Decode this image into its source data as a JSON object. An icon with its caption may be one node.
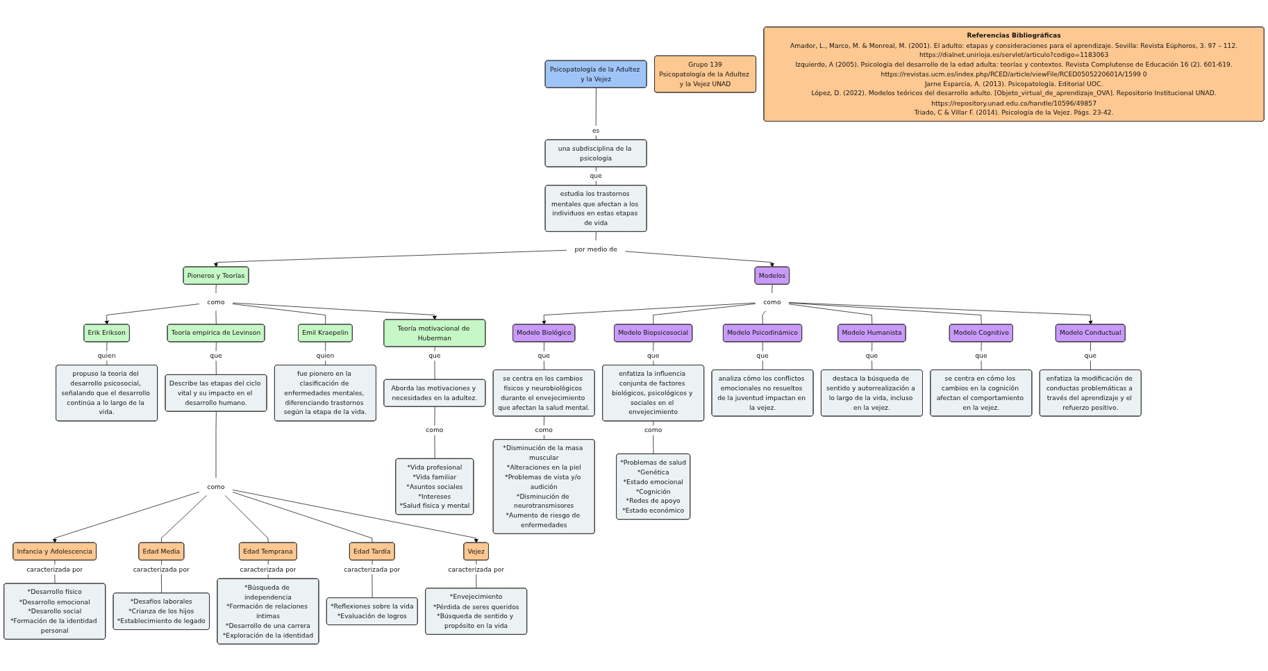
{
  "diagram": {
    "nodes": [
      {
        "text": [
          "Psicopatología de la Adultez y la Vejez"
        ]
      },
      {
        "text": [
          "Grupo 139",
          "Psicopatología de la Adultez y la Vejez UNAD"
        ]
      },
      {
        "text": [
          "una subdisciplina de la psicología"
        ]
      },
      {
        "text": [
          "estudia los trastornos mentales que afectan a los individuos en estas etapas de vida"
        ]
      },
      {
        "text": [
          "por medio de"
        ]
      },
      {
        "text": [
          "Pioneros y Teorías"
        ]
      },
      {
        "text": [
          "Modelos"
        ]
      },
      {
        "text": [
          "como"
        ]
      },
      {
        "text": [
          "Erik Erikson"
        ]
      },
      {
        "text": [
          "Teoría motivacional de Huberman"
        ]
      },
      {
        "text": [
          "como"
        ]
      },
      {
        "text": [
          "Modelo Biológico"
        ]
      },
      {
        "text": [
          "Modelo Conductual"
        ]
      },
      {
        "text": [
          "propuso la teoría del desarrollo psicosocial, señalando que el desarrollo continúa a lo largo de la vida."
        ]
      },
      {
        "text": [
          "Emil Kraepelin"
        ]
      },
      {
        "text": [
          "Aborda las motivaciones y necesidades en la adultez."
        ]
      },
      {
        "text": [
          "se centra en los cambios físicos y neurobiológicos durante el envejecimiento que afectan la salud mental."
        ]
      },
      {
        "text": [
          "Modelo Biopsicosocial"
        ]
      },
      {
        "text": [
          "Modelo Cognitivo"
        ]
      },
      {
        "text": [
          "enfatiza la modificación de conductas problemáticas a través del aprendizaje y el refuerzo positivo."
        ]
      },
      {
        "text": [
          "Teoría empírica de Levinson"
        ]
      },
      {
        "text": [
          "fue pionero en la clasificación de enfermedades mentales, diferenciando trastornos según la etapa de la vida."
        ]
      },
      {
        "text": [
          "*Vida profesional",
          "*Vida familiar",
          "*Asuntos sociales",
          "*Intereses",
          "*Salud física y mental"
        ]
      },
      {
        "text": [
          "*Disminución de la masa muscular",
          "*Alteraciones en la piel",
          "*Problemas de vista y/o audición",
          "*Disminución de neurotransmisores",
          "*Aumento de riesgo de enfermedades"
        ]
      },
      {
        "text": [
          "enfatiza la influencia conjunta de factores biológicos, psicológicos y sociales en el envejecimiento"
        ]
      },
      {
        "text": [
          "Modelo Psicodinámico"
        ]
      },
      {
        "text": [
          "Modelo Humanista"
        ]
      },
      {
        "text": [
          "se centra en cómo los cambios en la cognición afectan el comportamiento en la vejez."
        ]
      },
      {
        "text": [
          "Describe las etapas del ciclo vital y su impacto en el desarrollo humano."
        ]
      },
      {
        "text": [
          "analiza cómo los conflictos emocionales no resueltos de la juventud impactan en la vejez."
        ]
      },
      {
        "text": [
          "destaca la búsqueda de sentido y autorrealización a lo largo de la vida, incluso en la vejez."
        ]
      },
      {
        "text": [
          "*Problemas de salud",
          "*Genética",
          "*Estado emocional",
          "*Cognición",
          "*Redes de apoyo",
          "*Estado económico"
        ]
      },
      {
        "text": [
          "Infancia y Adolescencia"
        ]
      },
      {
        "text": [
          "como"
        ]
      },
      {
        "text": [
          "Vejez"
        ]
      },
      {
        "text": [
          "Edad Tardía"
        ]
      },
      {
        "text": [
          "*Envejecimiento",
          "*Pérdida de seres queridos",
          "*Búsqueda de sentido y propósito en la vida"
        ]
      },
      {
        "text": [
          "Edad Media"
        ]
      },
      {
        "text": [
          "Edad Temprana"
        ]
      },
      {
        "text": [
          "*Desarrollo físico",
          "*Desarrollo emocional",
          "*Desarollo social",
          "*Formación de la identidad personal"
        ]
      },
      {
        "text": [
          "*Reflexiones sobre la vida",
          "*Evaluación de logros"
        ]
      },
      {
        "text": [
          "*Desafíos laborales",
          "*Crianza de los hijos",
          "*Establecimiento de legado"
        ]
      },
      {
        "text": [
          "*Búsqueda de independencia",
          "*Formación de relaciones íntimas",
          "*Desarrollo de una carrera",
          "*Exploración de la identidad"
        ]
      },
      {
        "text": [
          "Referencias Bibliográficas",
          "Amador, L., Marco, M. & Monreal, M. (2001). El adulto: etapas y consideraciones para el aprendizaje. Sevilla: Revista Eúphoros, 3. 97 – 112. https://dialnet.unirioja.es/servlet/articulo?codigo=1183063",
          "Izquierdo, A (2005). Psicología del desarrollo de la edad adulta: teorías y contextos. Revista Complutense de Educación 16 (2). 601-619. https://revistas.ucm.es/index.php/RCED/article/viewFile/RCED0505220601A/1599 0",
          "Jarne Esparcia, A. (2013). Psicopatología. Editorial UOC.",
          "López, D. (2022). Modelos teóricos del desarrollo adulto. [Objeto_virtual_de_aprendizaje_OVA]. Repositorio Institucional UNAD. https://repository.unad.edu.co/handle/10596/49857",
          "Triado, C & Villar F. (2014). Psicología de la Vejez. Págs. 23-42."
        ]
      }
    ],
    "edges": [
      {
        "from": 0,
        "to": 2,
        "arrow": "none",
        "label": "es"
      },
      {
        "from": 2,
        "to": 3,
        "arrow": "none",
        "label": "que"
      },
      {
        "from": 3,
        "to": 4,
        "arrow": "none"
      },
      {
        "from": 4,
        "to": 5,
        "arrow": "to"
      },
      {
        "from": 4,
        "to": 6,
        "arrow": "to"
      },
      {
        "from": 5,
        "to": 7,
        "arrow": "none"
      },
      {
        "from": 7,
        "to": 8,
        "arrow": "to"
      },
      {
        "from": 7,
        "to": 20,
        "arrow": "none"
      },
      {
        "from": 7,
        "to": 14,
        "arrow": "none"
      },
      {
        "from": 7,
        "to": 9,
        "arrow": "to"
      },
      {
        "from": 8,
        "to": 13,
        "arrow": "none",
        "label": "quien"
      },
      {
        "from": 14,
        "to": 21,
        "arrow": "none",
        "label": "quien"
      },
      {
        "from": 9,
        "to": 15,
        "arrow": "none",
        "label": "que"
      },
      {
        "from": 15,
        "to": 22,
        "arrow": "none",
        "label": "como"
      },
      {
        "from": 6,
        "to": 10,
        "arrow": "none"
      },
      {
        "from": 10,
        "to": 11,
        "arrow": "to"
      },
      {
        "from": 10,
        "to": 17,
        "arrow": "none"
      },
      {
        "from": 10,
        "to": 25,
        "arrow": "none"
      },
      {
        "from": 10,
        "to": 26,
        "arrow": "none"
      },
      {
        "from": 10,
        "to": 18,
        "arrow": "none"
      },
      {
        "from": 10,
        "to": 12,
        "arrow": "to"
      },
      {
        "from": 11,
        "to": 16,
        "arrow": "none",
        "label": "que"
      },
      {
        "from": 16,
        "to": 23,
        "arrow": "none",
        "label": "como"
      },
      {
        "from": 17,
        "to": 24,
        "arrow": "none",
        "label": "que"
      },
      {
        "from": 24,
        "to": 31,
        "arrow": "none",
        "label": "como"
      },
      {
        "from": 25,
        "to": 29,
        "arrow": "none",
        "label": "que"
      },
      {
        "from": 26,
        "to": 30,
        "arrow": "none",
        "label": "que"
      },
      {
        "from": 18,
        "to": 27,
        "arrow": "none",
        "label": "que"
      },
      {
        "from": 12,
        "to": 19,
        "arrow": "none",
        "label": "que"
      },
      {
        "from": 20,
        "to": 28,
        "arrow": "none",
        "label": "que"
      },
      {
        "from": 28,
        "to": 33,
        "arrow": "none"
      },
      {
        "from": 33,
        "to": 32,
        "arrow": "to"
      },
      {
        "from": 33,
        "to": 37,
        "arrow": "none"
      },
      {
        "from": 33,
        "to": 38,
        "arrow": "none"
      },
      {
        "from": 33,
        "to": 35,
        "arrow": "none"
      },
      {
        "from": 33,
        "to": 34,
        "arrow": "to"
      },
      {
        "from": 32,
        "to": 39,
        "arrow": "none",
        "label": "caracterizada por"
      },
      {
        "from": 37,
        "to": 41,
        "arrow": "none",
        "label": "caracterizada por"
      },
      {
        "from": 38,
        "to": 42,
        "arrow": "none",
        "label": "caracterizada por"
      },
      {
        "from": 35,
        "to": 40,
        "arrow": "none",
        "label": "caracterizada por"
      },
      {
        "from": 34,
        "to": 36,
        "arrow": "none",
        "label": "caracterizada por"
      }
    ]
  }
}
